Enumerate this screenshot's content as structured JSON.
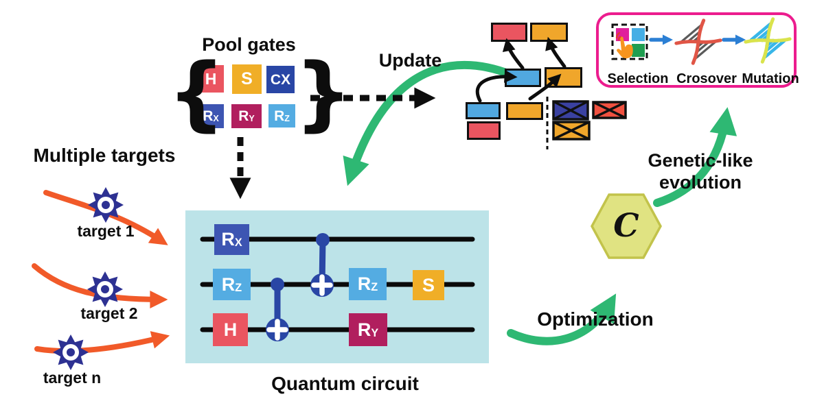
{
  "colors": {
    "gate_h": "#EA5560",
    "gate_s": "#F0AE27",
    "gate_cx": "#2946A5",
    "gate_rx": "#3D55B2",
    "gate_ry": "#B11F5E",
    "gate_rz": "#54ACE2",
    "circuit_bg": "#BCE3E8",
    "orange_arrow": "#F15A29",
    "green_arrow": "#2EB873",
    "star_blue": "#2D3192",
    "hex_fill": "#E0E382",
    "hex_border": "#C2C34B",
    "pink_border": "#EC1C8E",
    "pop_red": "#EA5560",
    "pop_orange": "#F0A62B",
    "pop_blue": "#51A8E0",
    "crossed_navy": "#3A41A0",
    "crossed_red": "#F05140",
    "blue_arrow": "#2B7FD4",
    "sel_magenta": "#E01F9C",
    "sel_blue": "#45AEE5",
    "sel_green": "#1F9E50",
    "hand_orange": "#F7941D",
    "click_red": "#E23B2E",
    "dna_red": "#E05546",
    "dna_gray": "#5A5A5A",
    "dna_cyan": "#38B6E8",
    "dna_yellow": "#D9E34C"
  },
  "pool": {
    "title": "Pool gates",
    "brace_left": "{",
    "brace_right": "}",
    "gates": [
      {
        "main": "H",
        "sub": ""
      },
      {
        "main": "S",
        "sub": ""
      },
      {
        "main": "CX",
        "sub": ""
      },
      {
        "main": "R",
        "sub": "X"
      },
      {
        "main": "R",
        "sub": "Y"
      },
      {
        "main": "R",
        "sub": "Z"
      }
    ]
  },
  "targets": {
    "title": "Multiple targets",
    "labels": [
      "target 1",
      "target 2",
      "target n"
    ]
  },
  "circuit": {
    "caption": "Quantum circuit",
    "gates": [
      {
        "main": "R",
        "sub": "X"
      },
      {
        "main": "R",
        "sub": "Z"
      },
      {
        "main": "H",
        "sub": ""
      },
      {
        "main": "R",
        "sub": "Z"
      },
      {
        "main": "S",
        "sub": ""
      },
      {
        "main": "R",
        "sub": "Y"
      }
    ]
  },
  "flow": {
    "update": "Update",
    "optimization": "Optimization",
    "evolution_line1": "Genetic-like",
    "evolution_line2": "evolution",
    "cost_symbol": "C"
  },
  "genetic_box": {
    "steps": [
      "Selection",
      "Crosover",
      "Mutation"
    ]
  }
}
